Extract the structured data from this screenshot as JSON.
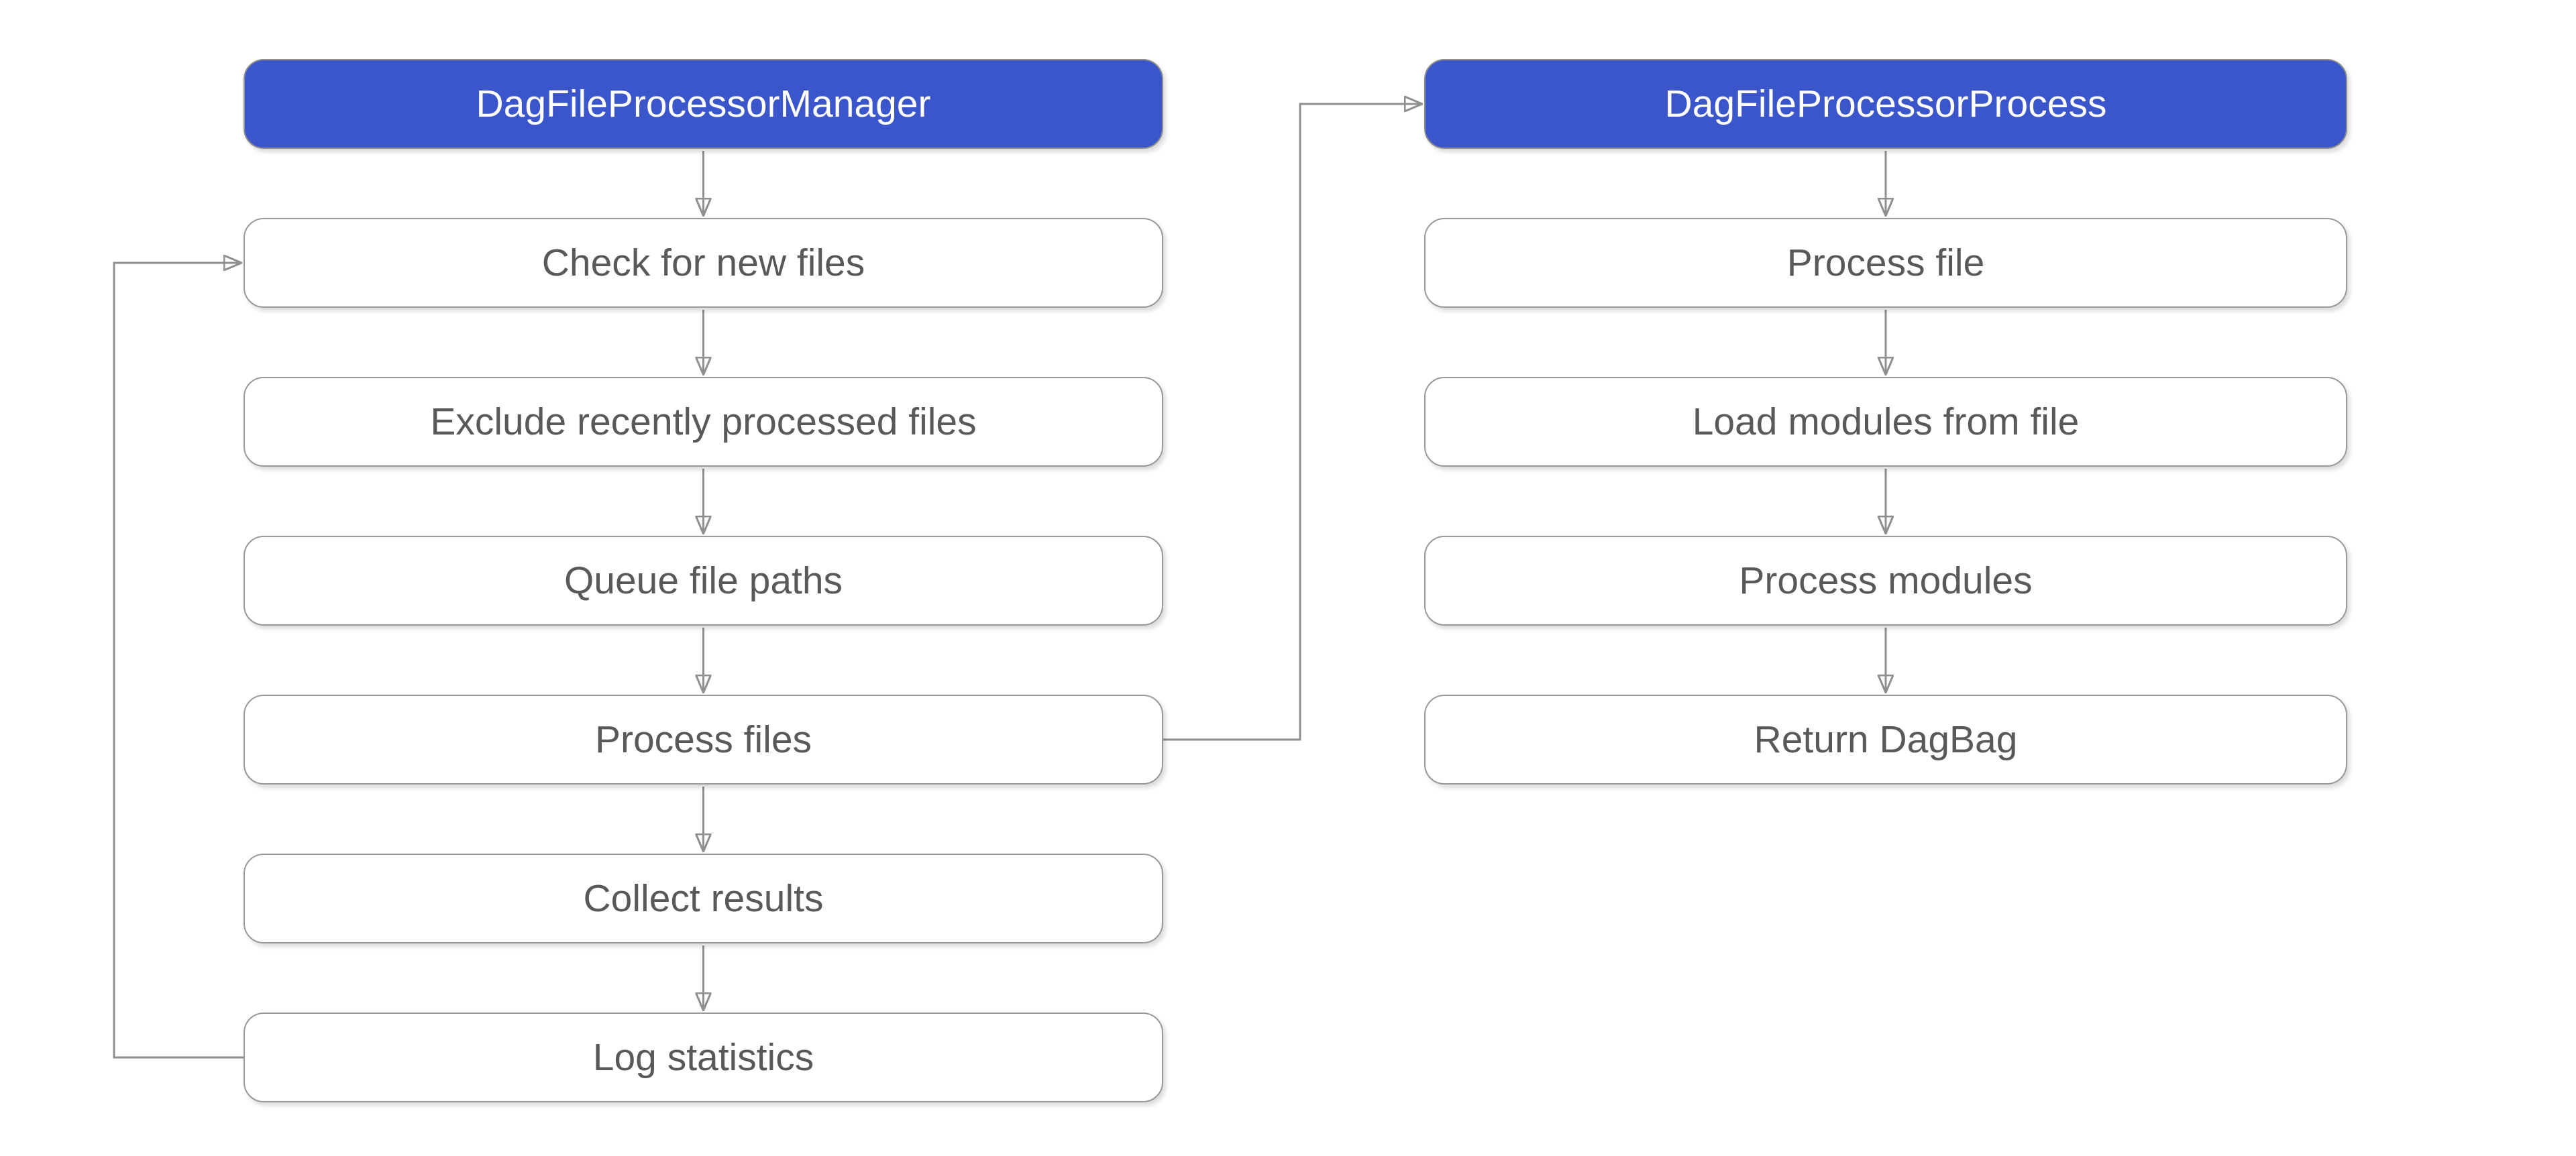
{
  "diagram": {
    "background_color": "#ffffff",
    "colors": {
      "header_fill": "#3b56ca",
      "header_text": "#ffffff",
      "step_fill": "#ffffff",
      "step_border": "#999999",
      "step_text": "#595959",
      "connector": "#8f8f8f",
      "arrowhead": "#8c8c8c"
    },
    "columns": [
      {
        "id": "manager",
        "title": "DagFileProcessorManager",
        "steps": [
          "Check for new files",
          "Exclude recently processed files",
          "Queue file paths",
          "Process files",
          "Collect results",
          "Log statistics"
        ]
      },
      {
        "id": "process",
        "title": "DagFileProcessorProcess",
        "steps": [
          "Process file",
          "Load modules from file",
          "Process modules",
          "Return DagBag"
        ]
      }
    ],
    "edges": [
      {
        "from": "DagFileProcessorManager",
        "to": "Check for new files",
        "style": "straight-down"
      },
      {
        "from": "Check for new files",
        "to": "Exclude recently processed files",
        "style": "straight-down"
      },
      {
        "from": "Exclude recently processed files",
        "to": "Queue file paths",
        "style": "straight-down"
      },
      {
        "from": "Queue file paths",
        "to": "Process files",
        "style": "straight-down"
      },
      {
        "from": "Process files",
        "to": "Collect results",
        "style": "straight-down"
      },
      {
        "from": "Collect results",
        "to": "Log statistics",
        "style": "straight-down"
      },
      {
        "from": "Log statistics",
        "to": "Check for new files",
        "style": "loop-back-left"
      },
      {
        "from": "Process files",
        "to": "DagFileProcessorProcess",
        "style": "elbow-up-right"
      },
      {
        "from": "DagFileProcessorProcess",
        "to": "Process file",
        "style": "straight-down"
      },
      {
        "from": "Process file",
        "to": "Load modules from file",
        "style": "straight-down"
      },
      {
        "from": "Load modules from file",
        "to": "Process modules",
        "style": "straight-down"
      },
      {
        "from": "Process modules",
        "to": "Return DagBag",
        "style": "straight-down"
      }
    ]
  }
}
